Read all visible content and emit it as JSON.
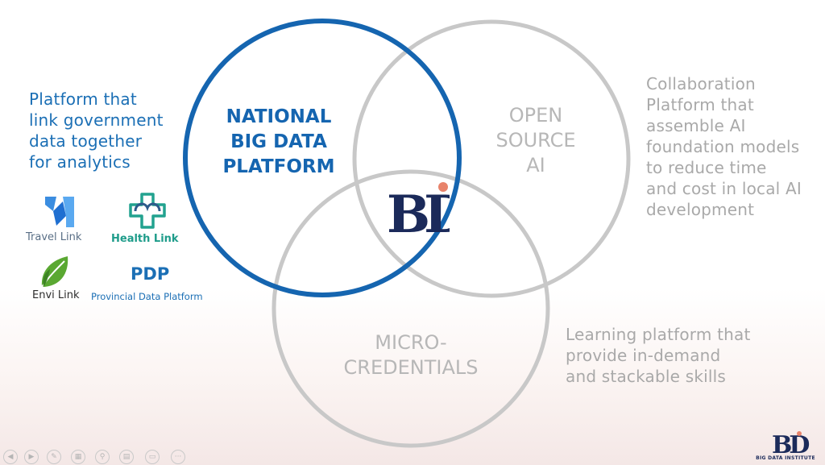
{
  "colors": {
    "primary_blue": "#1565b0",
    "circle_gray": "#c8c8c8",
    "text_gray": "#a9a9a9",
    "logo_navy": "#1b2a5a",
    "logo_dot": "#e8836b"
  },
  "left_description": "Platform that\nlink government\ndata together\nfor analytics",
  "right_description": "Collaboration\nPlatform that\nassemble AI\nfoundation models\nto reduce time\nand cost in local AI\ndevelopment",
  "bottom_description": "Learning platform that\nprovide in-demand\nand stackable skills",
  "circles": {
    "national": "NATIONAL\nBIG DATA\nPLATFORM",
    "open_source": "OPEN\nSOURCE\nAI",
    "micro": "MICRO-\nCREDENTIALS"
  },
  "center_logo": "BD",
  "logos": {
    "travel": "Travel Link",
    "health": "Health  Link",
    "envi": "Envi Link",
    "pdp_abbr": "PDP",
    "pdp_name": "Provincial Data Platform"
  },
  "footer": {
    "brand": "BIG DATA INSTITUTE",
    "nav_icons": [
      "prev-icon",
      "next-icon",
      "pen-icon",
      "slides-icon",
      "zoom-icon",
      "subtitles-icon",
      "hide-icon",
      "more-icon"
    ]
  }
}
